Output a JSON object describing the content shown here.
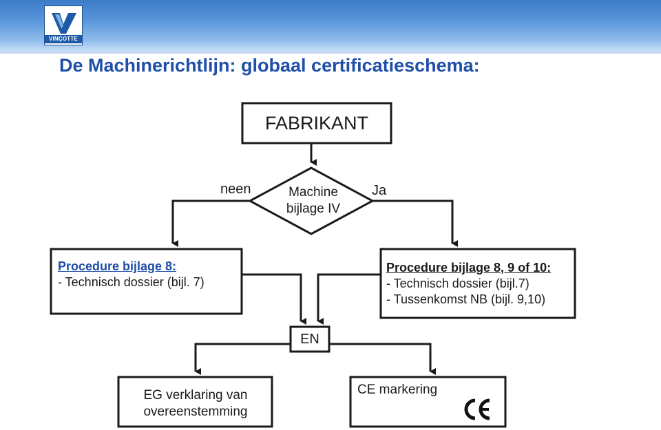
{
  "header": {
    "logo_text": "VINÇOTTE",
    "brand_color": "#1f5aa6"
  },
  "title": "De Machinerichtlijn: globaal certificatieschema:",
  "diagram": {
    "start": "FABRIKANT",
    "decision": {
      "line1": "Machine",
      "line2": "bijlage IV"
    },
    "branch_no": "neen",
    "branch_yes": "Ja",
    "left_procedure": {
      "title": "Procedure bijlage 8:",
      "items": [
        "- Technisch dossier (bijl. 7)"
      ]
    },
    "right_procedure": {
      "title": "Procedure bijlage 8, 9 of 10:",
      "items": [
        "- Technisch dossier (bijl.7)",
        "- Tussenkomst NB (bijl. 9,10)"
      ]
    },
    "join": "EN",
    "outputs": {
      "declaration": "EG verklaring van overeenstemming",
      "marking": "CE markering",
      "marking_symbol": "CE"
    }
  },
  "colors": {
    "title": "#1f4fa8",
    "header_band": "#4a88d0",
    "lines": "#1a1a1a"
  }
}
